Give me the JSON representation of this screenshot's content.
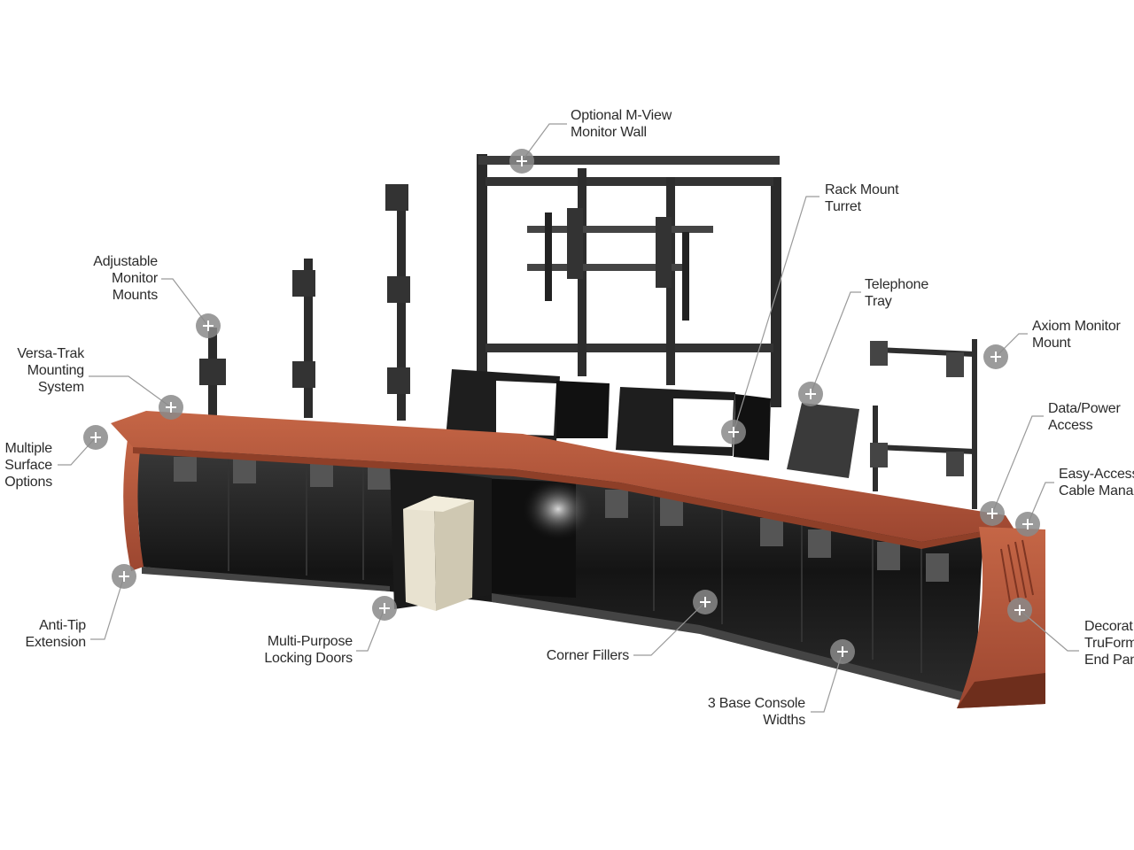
{
  "colors": {
    "wood": "#b0553a",
    "wood_dark": "#8e3f28",
    "frame": "#2a2a2a",
    "panel": "#1c1c1c",
    "hotspot": "#8a8a8a",
    "leader": "#9a9a9a"
  },
  "hotspot_icon": "plus-circle-icon",
  "callouts": [
    {
      "id": "monitor-wall",
      "line1": "Optional M-View",
      "line2": "Monitor Wall",
      "line3": ""
    },
    {
      "id": "rack-turret",
      "line1": "Rack Mount",
      "line2": "Turret",
      "line3": ""
    },
    {
      "id": "telephone-tray",
      "line1": "Telephone",
      "line2": "Tray",
      "line3": ""
    },
    {
      "id": "axiom-mount",
      "line1": "Axiom Monitor",
      "line2": "Mount",
      "line3": ""
    },
    {
      "id": "data-power",
      "line1": "Data/Power",
      "line2": "Access",
      "line3": ""
    },
    {
      "id": "cable-mgmt",
      "line1": "Easy-Access",
      "line2": "Cable Mana",
      "line3": ""
    },
    {
      "id": "end-panel",
      "line1": "Decorat",
      "line2": "TruForm",
      "line3": "End Pan"
    },
    {
      "id": "adjustable-mounts",
      "line1": "Adjustable",
      "line2": "Monitor",
      "line3": "Mounts"
    },
    {
      "id": "versa-trak",
      "line1": "Versa-Trak",
      "line2": "Mounting",
      "line3": "System"
    },
    {
      "id": "surface-options",
      "line1": "Multiple",
      "line2": "Surface",
      "line3": "Options"
    },
    {
      "id": "anti-tip",
      "line1": "Anti-Tip",
      "line2": "Extension",
      "line3": ""
    },
    {
      "id": "locking-doors",
      "line1": "Multi-Purpose",
      "line2": "Locking Doors",
      "line3": ""
    },
    {
      "id": "corner-fillers",
      "line1": "Corner Fillers",
      "line2": "",
      "line3": ""
    },
    {
      "id": "base-widths",
      "line1": "3 Base Console",
      "line2": "Widths",
      "line3": ""
    }
  ]
}
